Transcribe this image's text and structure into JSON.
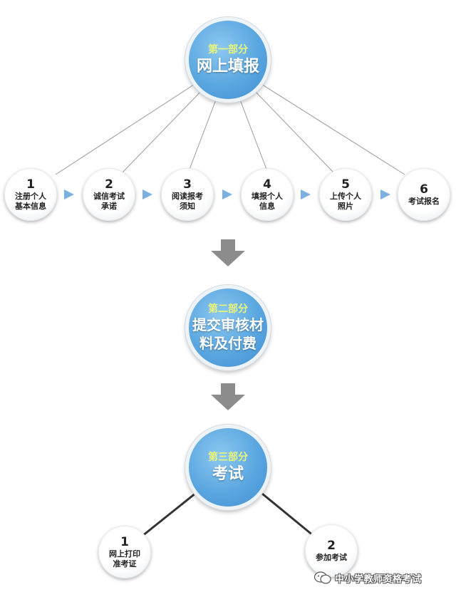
{
  "part1": {
    "label": "第一部分",
    "title": "网上填报"
  },
  "steps": [
    {
      "num": "1",
      "label": "注册个人\n基本信息"
    },
    {
      "num": "2",
      "label": "诚信考试\n承诺"
    },
    {
      "num": "3",
      "label": "阅读报考\n须知"
    },
    {
      "num": "4",
      "label": "填报个人\n信息"
    },
    {
      "num": "5",
      "label": "上传个人\n照片"
    },
    {
      "num": "6",
      "label": "考试报名"
    }
  ],
  "part2": {
    "label": "第二部分",
    "title": "提交审核材\n料及付费"
  },
  "part3": {
    "label": "第三部分",
    "title": "考试"
  },
  "exam_steps": [
    {
      "num": "1",
      "label": "网上打印\n准考证"
    },
    {
      "num": "2",
      "label": "参加考试"
    }
  ],
  "watermark": {
    "text": "中小学教师资格考试",
    "icon": "wechat-icon"
  },
  "colors": {
    "circle_blue": "#5aa6e0",
    "subtitle_yellow": "#e9f57a",
    "arrow_gray": "#8c8c8c",
    "chevron_blue": "#7cb0df"
  }
}
